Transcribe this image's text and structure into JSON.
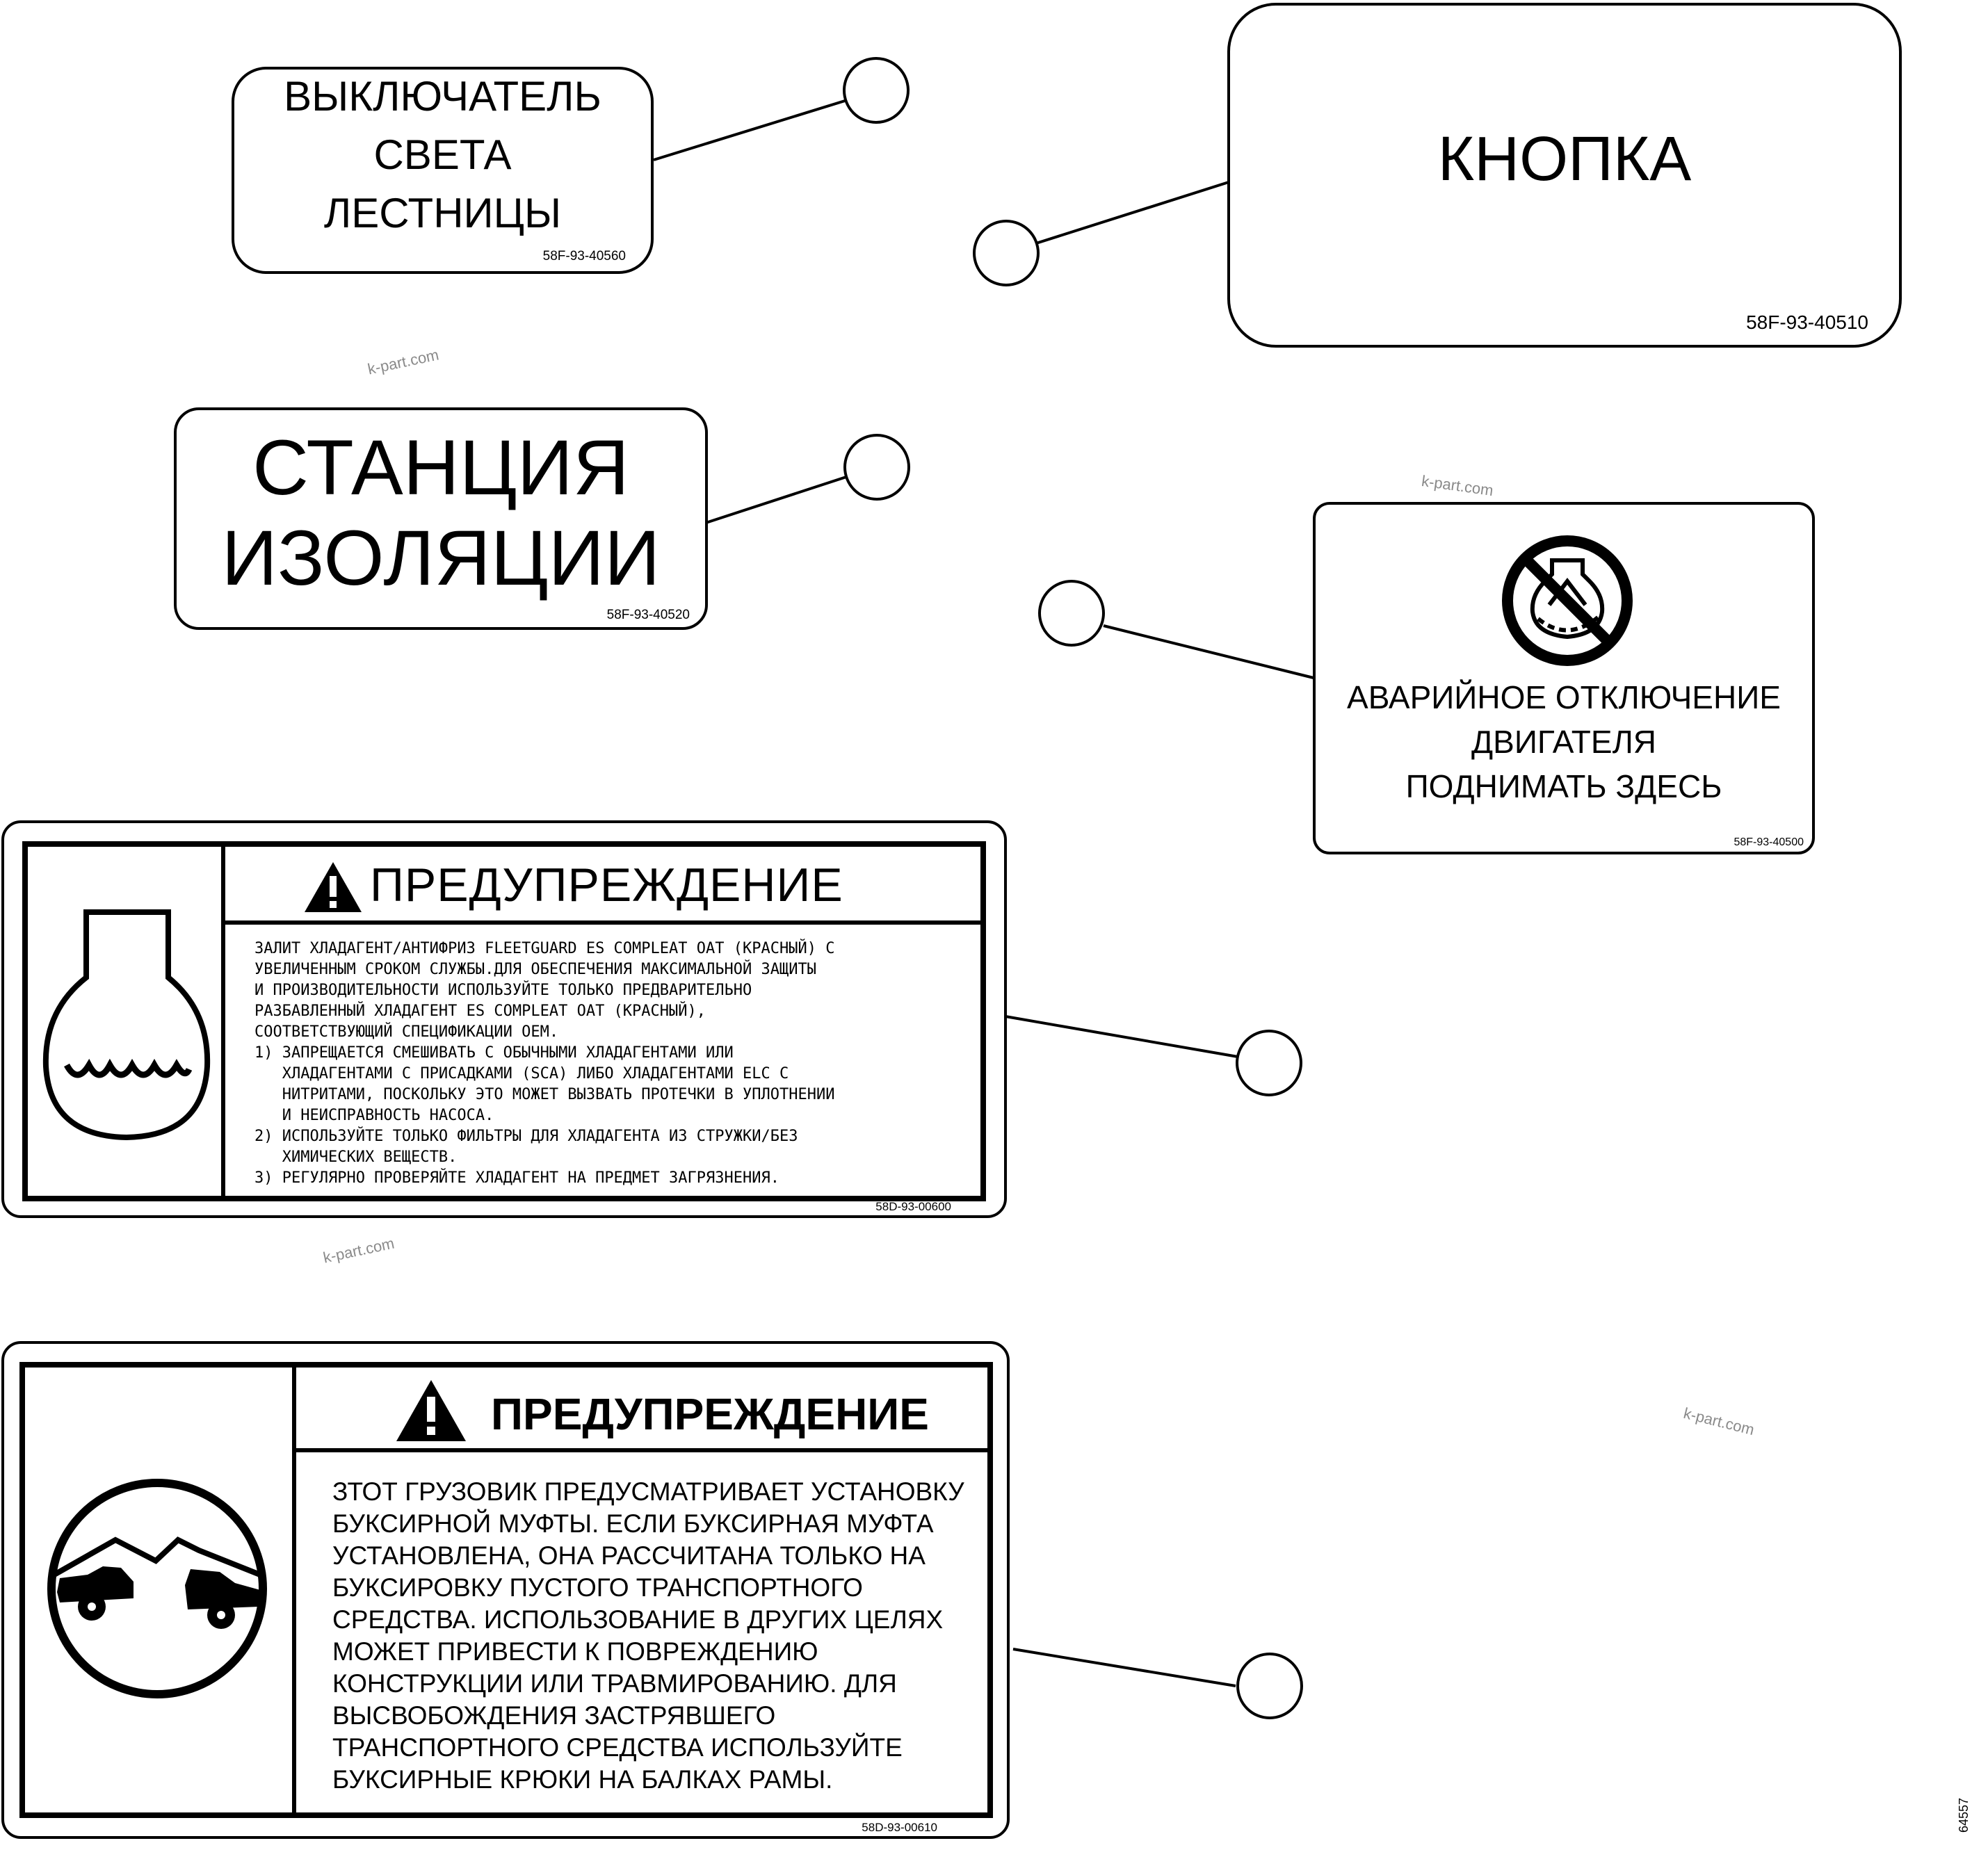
{
  "labels": {
    "stair_light": {
      "lines": [
        "ВЫКЛЮЧАТЕЛЬ",
        "СВЕТА",
        "ЛЕСТНИЦЫ"
      ],
      "code": "58F-93-40560"
    },
    "button": {
      "text": "КНОПКА",
      "code": "58F-93-40510"
    },
    "isolation": {
      "lines": [
        "СТАНЦИЯ",
        "ИЗОЛЯЦИИ"
      ],
      "code": "58F-93-40520"
    },
    "emergency": {
      "lines": [
        "АВАРИЙНОЕ ОТКЛЮЧЕНИЕ",
        "ДВИГАТЕЛЯ",
        "ПОДНИМАТЬ ЗДЕСЬ"
      ],
      "code": "58F-93-40500",
      "icon": "no-engine-icon"
    },
    "coolant_warning": {
      "title": "ПРЕДУПРЕЖДЕНИЕ",
      "icon": "coolant-tank-icon",
      "lines": [
        "ЗАЛИТ ХЛАДАГЕНТ/АНТИФРИЗ FLEETGUARD ES COMPLEAT OAT (КРАСНЫЙ) С",
        "УВЕЛИЧЕННЫМ СРОКОМ СЛУЖБЫ.ДЛЯ ОБЕСПЕЧЕНИЯ МАКСИМАЛЬНОЙ ЗАЩИТЫ",
        "И ПРОИЗВОДИТЕЛЬНОСТИ ИСПОЛЬЗУЙТЕ ТОЛЬКО ПРЕДВАРИТЕЛЬНО",
        "РАЗБАВЛЕННЫЙ ХЛАДАГЕНТ ES COMPLEAT OAT (КРАСНЫЙ),",
        "СООТВЕТСТВУЮЩИЙ СПЕЦИФИКАЦИИ OEM.",
        "1) ЗАПРЕЩАЕТСЯ СМЕШИВАТЬ С ОБЫЧНЫМИ ХЛАДАГЕНТАМИ ИЛИ",
        "   ХЛАДАГЕНТАМИ С ПРИСАДКАМИ (SCA) ЛИБО ХЛАДАГЕНТАМИ ELC С",
        "   НИТРИТАМИ, ПОСКОЛЬКУ ЭТО МОЖЕТ ВЫЗВАТЬ ПРОТЕЧКИ В УПЛОТНЕНИИ",
        "   И НЕИСПРАВНОСТЬ НАСОСА.",
        "2) ИСПОЛЬЗУЙТЕ ТОЛЬКО ФИЛЬТРЫ ДЛЯ ХЛАДАГЕНТА ИЗ СТРУЖКИ/БЕЗ",
        "   ХИМИЧЕСКИХ ВЕЩЕСТВ.",
        "3) РЕГУЛЯРНО ПРОВЕРЯЙТЕ ХЛАДАГЕНТ НА ПРЕДМЕТ ЗАГРЯЗНЕНИЯ."
      ],
      "code": "58D-93-00600"
    },
    "tow_warning": {
      "title": "ПРЕДУПРЕЖДЕНИЕ",
      "icon": "tow-vehicle-icon",
      "lines": [
        "ЗТОТ ГРУЗОВИК ПРЕДУСМАТРИВАЕТ УСТАНОВКУ",
        "БУКСИРНОЙ МУФТЫ. ЕСЛИ БУКСИРНАЯ МУФТА",
        "УСТАНОВЛЕНА, ОНА РАССЧИТАНА ТОЛЬКО НА",
        "БУКСИРОВКУ ПУСТОГО ТРАНСПОРТНОГО",
        "СРЕДСТВА. ИСПОЛЬЗОВАНИЕ В ДРУГИХ ЦЕЛЯХ",
        "МОЖЕТ ПРИВЕСТИ К ПОВРЕЖДЕНИЮ",
        "КОНСТРУКЦИИ ИЛИ ТРАВМИРОВАНИЮ. ДЛЯ",
        "ВЫСВОБОЖДЕНИЯ ЗАСТРЯВШЕГО",
        "ТРАНСПОРТНОГО СРЕДСТВА ИСПОЛЬЗУЙТЕ",
        "БУКСИРНЫЕ КРЮКИ НА БАЛКАХ РАМЫ."
      ],
      "code": "58D-93-00610"
    }
  },
  "watermarks": [
    "k-part.com",
    "k-part.com",
    "k-part.com",
    "k-part.com"
  ],
  "figure_number": "64557"
}
